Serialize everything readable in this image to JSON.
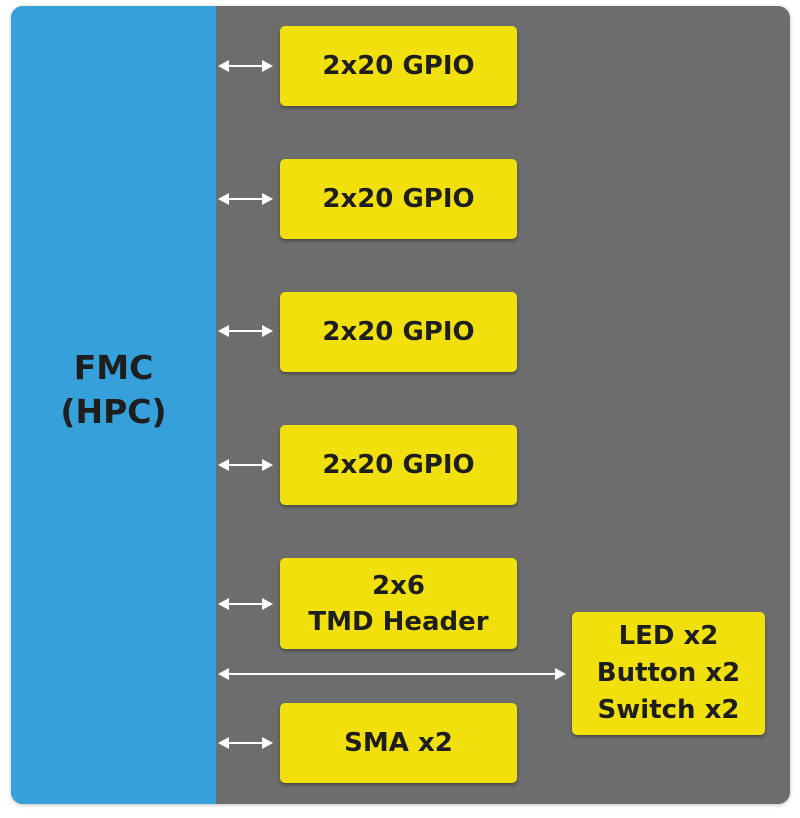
{
  "fmc": {
    "line1": "FMC",
    "line2": "(HPC)"
  },
  "blocks": {
    "gpio_1": "2x20 GPIO",
    "gpio_2": "2x20 GPIO",
    "gpio_3": "2x20 GPIO",
    "gpio_4": "2x20 GPIO",
    "tmd_line1": "2x6",
    "tmd_line2": "TMD Header",
    "sma": "SMA x2",
    "io_line1": "LED x2",
    "io_line2": "Button x2",
    "io_line3": "Switch x2"
  },
  "colors": {
    "fmc_panel": "#35a0d9",
    "board_background": "#6d6d6d",
    "block_fill": "#f2e00c",
    "arrow": "#ffffff",
    "text": "#1e1e1e"
  }
}
